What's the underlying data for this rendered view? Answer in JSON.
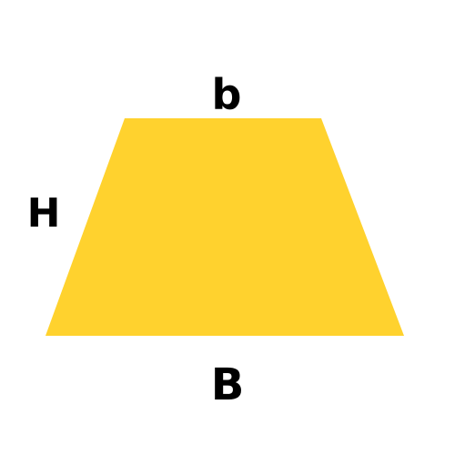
{
  "diagram": {
    "shape": "trapezoid",
    "fill_color": "#FFD22E",
    "background_color": "#FFFFFF",
    "labels": {
      "top_base": "b",
      "bottom_base": "B",
      "height": "H"
    }
  }
}
